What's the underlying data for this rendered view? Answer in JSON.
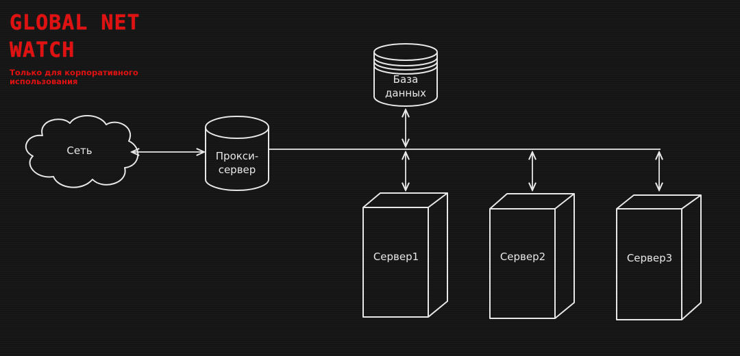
{
  "brand": {
    "title": "GLOBAL NET WATCH",
    "subtitle": "Только для корпоративного использования"
  },
  "nodes": {
    "network": "Сеть",
    "proxy": "Прокси-\nсервер",
    "database": "База\nданных",
    "server1": "Сервер1",
    "server2": "Сервер2",
    "server3": "Сервер3"
  },
  "colors": {
    "accent": "#e01010",
    "stroke": "#e8e8e8",
    "background": "#151515"
  }
}
